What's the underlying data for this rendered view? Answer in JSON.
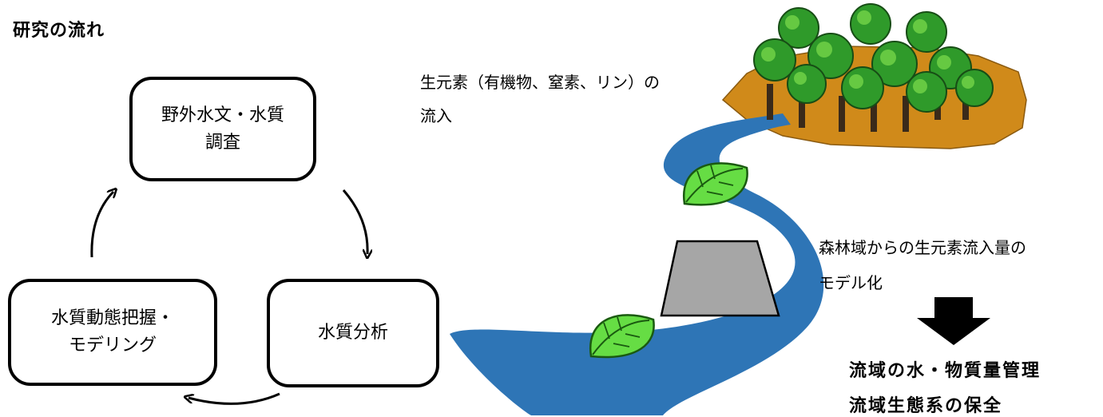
{
  "title": "研究の流れ",
  "cycle": {
    "field_survey": [
      "野外水文・水質",
      "調査"
    ],
    "analysis": "水質分析",
    "modeling": [
      "水質動態把握・",
      "モデリング"
    ]
  },
  "river_diagram": {
    "inflow_label": [
      "生元素（有機物、窒素、リン）の",
      "流入"
    ],
    "model_label": [
      "森林域からの生元素流入量の",
      "モデル化"
    ],
    "results": [
      "流域の水・物質量管理",
      "流域生態系の保全"
    ]
  },
  "colors": {
    "river": "#2e75b6",
    "leaf": "#66dd44",
    "dam": "#a6a6a6",
    "tree_green": "#2f9a2a",
    "ground": "#d08a1a"
  }
}
